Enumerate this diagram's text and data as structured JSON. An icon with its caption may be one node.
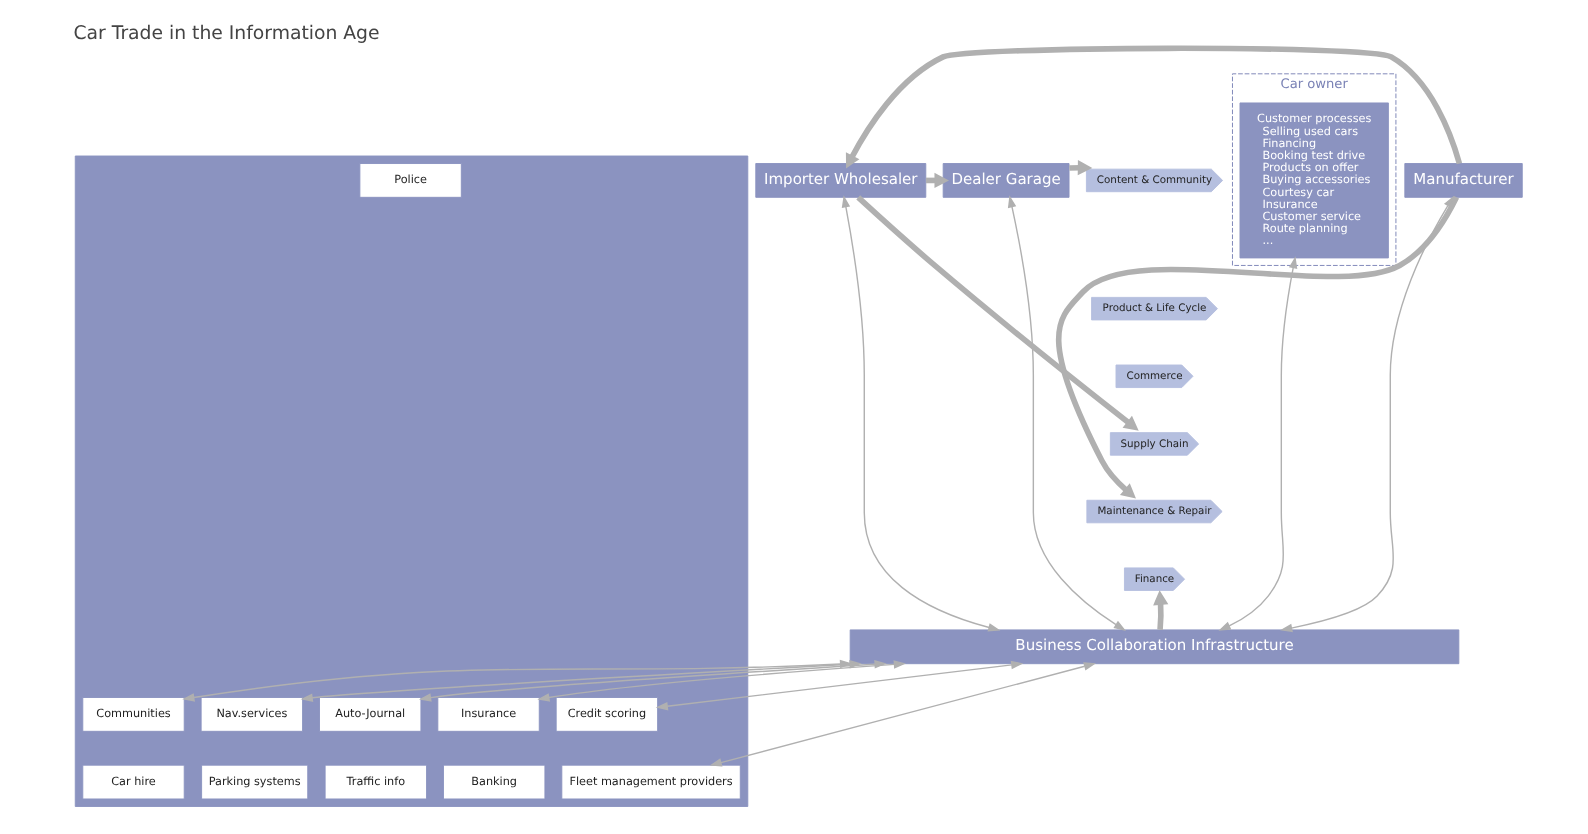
{
  "diagram": {
    "title": "Car Trade in the Information Age",
    "nodes": [
      {
        "text": [
          "Manufacturer"
        ]
      },
      {
        "text": [
          "Importer Wholesaler"
        ]
      },
      {
        "text": [
          "Dealer Garage"
        ]
      },
      {
        "text": [
          "Content & Community"
        ]
      },
      {
        "text": [
          "Product & Life Cycle"
        ]
      },
      {
        "text": [
          "Commerce"
        ]
      },
      {
        "text": [
          "Supply Chain"
        ]
      },
      {
        "text": [
          "Maintenance & Repair"
        ]
      },
      {
        "text": [
          "Finance"
        ]
      },
      {
        "text": [
          "Car owner"
        ]
      },
      {
        "text": [
          "Customer processes",
          "Selling used cars",
          "Financing",
          "Booking test drive",
          "Products on offer",
          "Buying accessories",
          "Courtesy car",
          "Insurance",
          "Customer service",
          "Route planning",
          "..."
        ],
        "in": 9
      },
      {
        "text": [
          "Business Collaboration Infrastructure"
        ]
      },
      {
        "text": [],
        "shape": "box"
      },
      {
        "text": [
          "Credit scoring"
        ],
        "in": 12
      },
      {
        "text": [
          "Banking"
        ],
        "in": 12
      },
      {
        "text": [
          "Insurance"
        ],
        "in": 12
      },
      {
        "text": [
          "Traffic info"
        ],
        "in": 12
      },
      {
        "text": [
          "Auto-Journal"
        ],
        "in": 12
      },
      {
        "text": [
          "Parking systems"
        ],
        "in": 12
      },
      {
        "text": [
          "Nav.services"
        ],
        "in": 12
      },
      {
        "text": [
          "Car hire"
        ],
        "in": 12
      },
      {
        "text": [
          "Fleet management providers"
        ],
        "in": 12
      },
      {
        "text": [
          "Communities"
        ],
        "in": 12
      },
      {
        "text": [
          "Police"
        ],
        "in": 12
      }
    ],
    "edges": [
      {
        "from": 0,
        "to": 1,
        "arrow": "to",
        "style": "thick"
      },
      {
        "from": 1,
        "to": 2,
        "arrow": "to",
        "style": "thick"
      },
      {
        "from": 2,
        "to": 3,
        "arrow": "to",
        "style": "thick"
      },
      {
        "from": 1,
        "to": 6,
        "arrow": "to",
        "style": "thick"
      },
      {
        "from": 0,
        "to": 7,
        "arrow": "to",
        "style": "thick"
      },
      {
        "from": 11,
        "to": 8,
        "arrow": "to",
        "style": "thick"
      },
      {
        "from": 0,
        "to": 11,
        "arrow": "both"
      },
      {
        "from": 1,
        "to": 11,
        "arrow": "both"
      },
      {
        "from": 2,
        "to": 11,
        "arrow": "both"
      },
      {
        "from": 10,
        "to": 11,
        "arrow": "both"
      },
      {
        "from": 11,
        "to": 13,
        "arrow": "both"
      },
      {
        "from": 11,
        "to": 15,
        "arrow": "both"
      },
      {
        "from": 11,
        "to": 17,
        "arrow": "both"
      },
      {
        "from": 11,
        "to": 19,
        "arrow": "both"
      },
      {
        "from": 11,
        "to": 21,
        "arrow": "both"
      },
      {
        "from": 11,
        "to": 22,
        "arrow": "both"
      }
    ]
  }
}
